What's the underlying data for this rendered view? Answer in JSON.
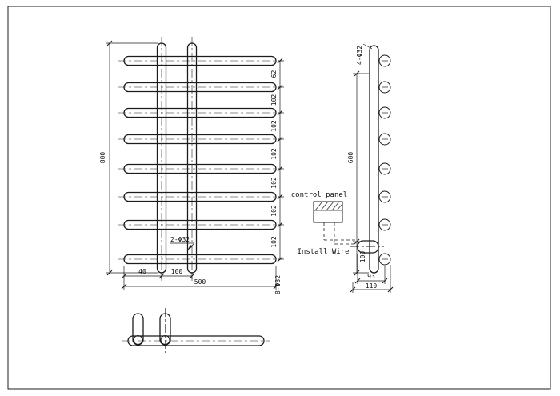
{
  "front_view": {
    "height_dim": "800",
    "gap_dims": [
      "62",
      "102",
      "102",
      "102",
      "102",
      "102",
      "102"
    ],
    "offset_dim": "40",
    "spacing_dim": "100",
    "width_dim": "500",
    "bars_label": "8-Φ32",
    "tubes_label": "2-Φ32"
  },
  "side_view": {
    "tubes_label": "4-Φ32",
    "height_dim": "600",
    "bottom_gap_dim": "100",
    "depth_inner_dim": "93",
    "depth_outer_dim": "110",
    "control_panel_label": "control panel",
    "install_wire_label": "Install Wire"
  }
}
